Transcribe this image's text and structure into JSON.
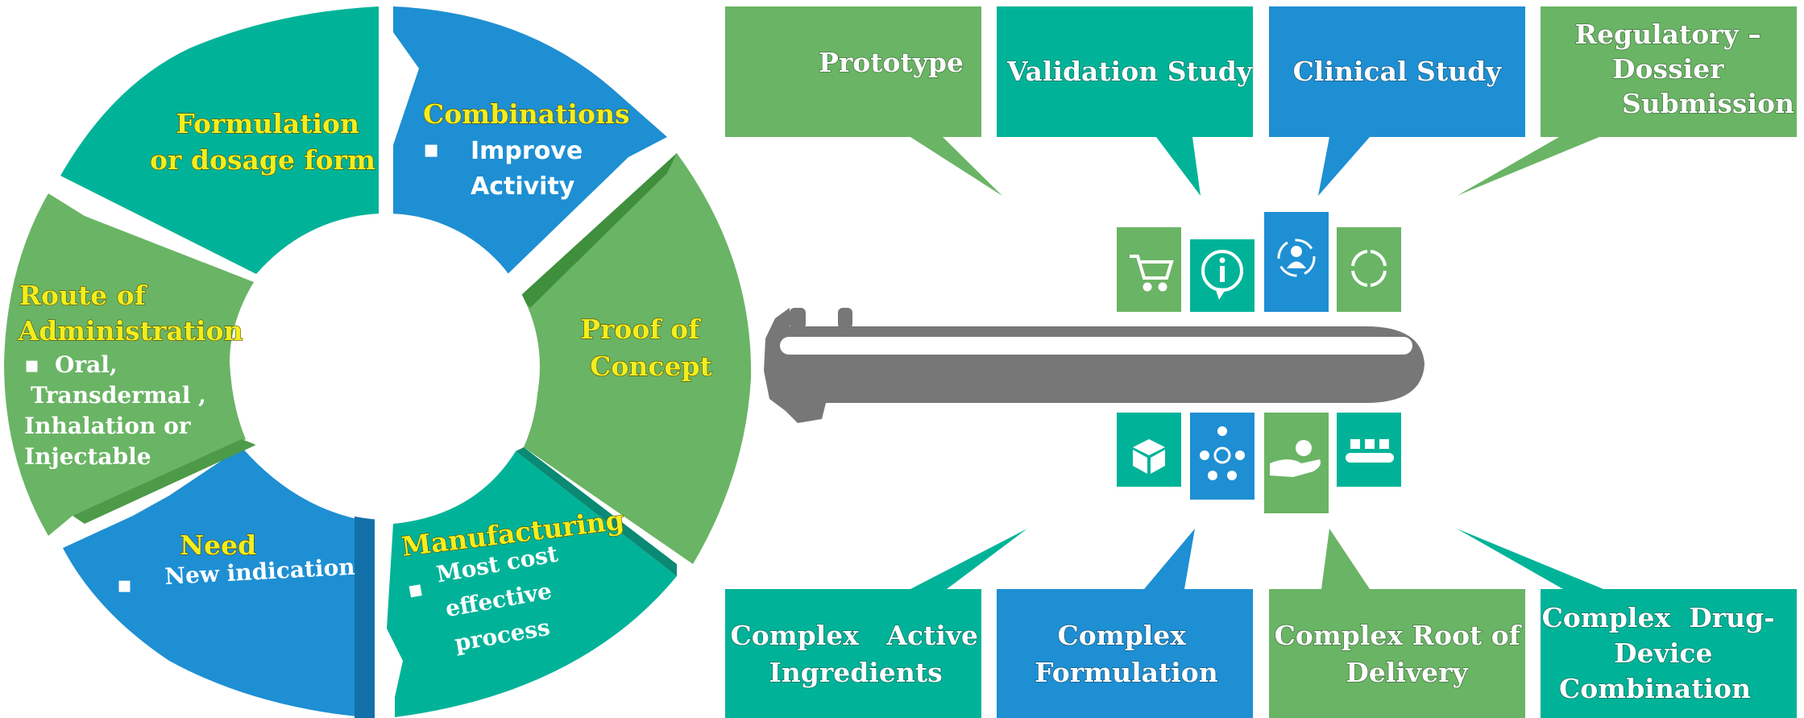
{
  "colors": {
    "green": "#6ab465",
    "teal": "#00b398",
    "blue": "#1e8fd3",
    "yellow_text": "#f2ee1e",
    "key_gray": "#777777"
  },
  "cycle": {
    "formulation": {
      "title_lines": [
        "Formulation",
        "or dosage form"
      ]
    },
    "combinations": {
      "title": "Combinations",
      "bullet": "▪",
      "text_lines": [
        "Improve",
        "Activity"
      ]
    },
    "proof_of_concept": {
      "title_lines": [
        "Proof of",
        "Concept"
      ]
    },
    "manufacturing": {
      "title": "Manufacturing",
      "bullet": "▪",
      "text_lines": [
        "Most cost",
        "effective",
        "process"
      ]
    },
    "need": {
      "title": "Need",
      "bullet": "▪",
      "text": "New indication"
    },
    "route": {
      "title_lines": [
        "Route of",
        "Administration"
      ],
      "bullet": "▪",
      "text_lines": [
        "Oral,",
        "Transdermal ,",
        "Inhalation or",
        "Injectable"
      ]
    }
  },
  "top_boxes": [
    {
      "lines": [
        "Prototype"
      ]
    },
    {
      "lines": [
        "Validation Study"
      ]
    },
    {
      "lines": [
        "Clinical Study"
      ]
    },
    {
      "lines": [
        "Regulatory –",
        "Dossier",
        "Submission"
      ]
    }
  ],
  "bottom_boxes": [
    {
      "lines": [
        "Complex   Active",
        "Ingredients"
      ]
    },
    {
      "lines": [
        "Complex",
        "Formulation"
      ]
    },
    {
      "lines": [
        "Complex Root of",
        "Delivery"
      ]
    },
    {
      "lines": [
        "Complex  Drug-",
        "Device",
        "Combination"
      ]
    }
  ],
  "key_icons": {
    "top": [
      "cart-icon",
      "info-icon",
      "person-icon",
      "cycle-icon"
    ],
    "bottom": [
      "box-icon",
      "network-icon",
      "hand-icon",
      "conveyor-icon"
    ]
  }
}
